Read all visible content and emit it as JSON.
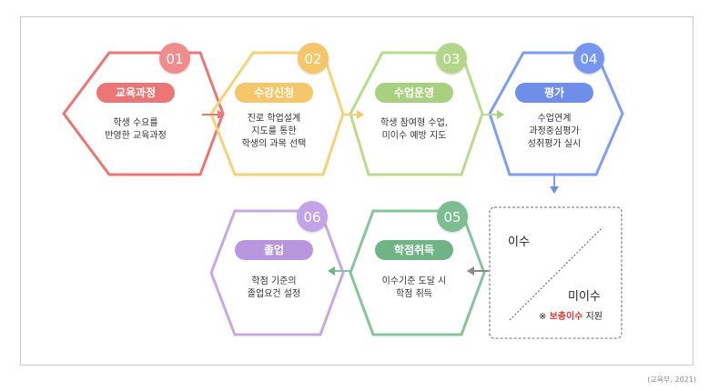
{
  "steps": [
    {
      "num": "01",
      "title": "교육과정",
      "lines": [
        "학생 수요를",
        "반영한 교육과정"
      ],
      "color": "#ea7676",
      "badge": "#ea7676",
      "circle": "#f08c8c"
    },
    {
      "num": "02",
      "title": "수강신청",
      "lines": [
        "진로 학업설계",
        "지도를 통한",
        "학생의 과목 선택"
      ],
      "color": "#f5d27a",
      "badge": "#f5c66a",
      "circle": "#f5c66a"
    },
    {
      "num": "03",
      "title": "수업운영",
      "lines": [
        "학생 참여형 수업,",
        "미이수 예방 지도"
      ],
      "color": "#b9dc8c",
      "badge": "#a9d07e",
      "circle": "#b3d78a"
    },
    {
      "num": "04",
      "title": "평가",
      "lines": [
        "수업연계",
        "과정중심평가",
        "성취평가 실시"
      ],
      "color": "#7f9ef0",
      "badge": "#6f8eea",
      "circle": "#7797ee"
    },
    {
      "num": "05",
      "title": "학점취득",
      "lines": [
        "이수기준 도달 시",
        "학점 취득"
      ],
      "color": "#86c49a",
      "badge": "#6fb486",
      "circle": "#7dbd92"
    },
    {
      "num": "06",
      "title": "졸업",
      "lines": [
        "학점 기준의",
        "졸업요건 설정"
      ],
      "color": "#c6a8e4",
      "badge": "#b896de",
      "circle": "#c3a4e6"
    }
  ],
  "completion_box": {
    "completed": "이수",
    "not_completed": "미이수",
    "note_prefix": "※ ",
    "note_highlight": "보충이수",
    "note_suffix": " 지원",
    "highlight_color": "#e03b3b"
  },
  "source": "(교육부, 2021)"
}
